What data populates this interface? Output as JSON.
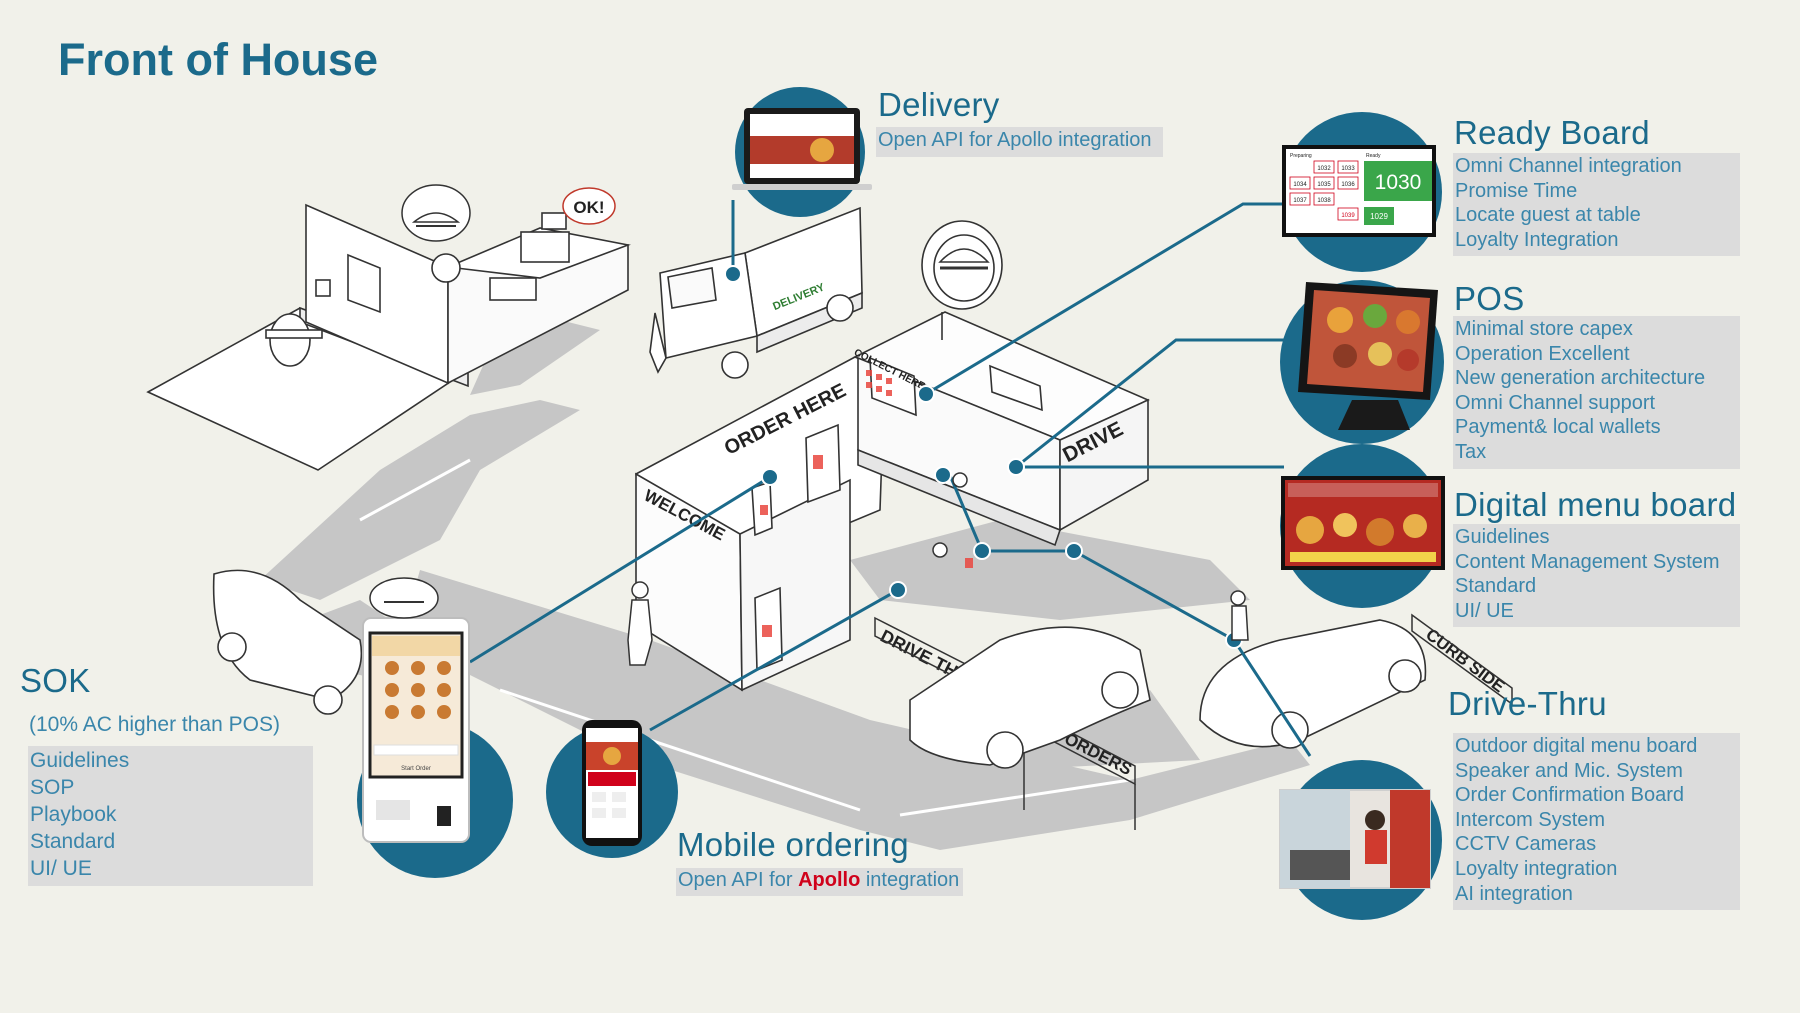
{
  "page_title": "Front of House",
  "scene_signs": {
    "order_here": "ORDER HERE",
    "welcome": "WELCOME",
    "drive": "DRIVE",
    "collect_here": "COLLECT HERE",
    "drive_thru": "DRIVE THRU",
    "pre_orders": "PRE ORDERS",
    "curb_side": "CURB SIDE",
    "ok_bubble": "OK!",
    "truck_label": "DELIVERY"
  },
  "ready_board_screen": {
    "preparing_label": "Preparing",
    "ready_label": "Ready",
    "preparing_orders": [
      "1032",
      "1033",
      "1034",
      "1035",
      "1036",
      "1037",
      "1038",
      "1039"
    ],
    "ready_main": "1030",
    "ready_second": "1029"
  },
  "kiosk_screen": {
    "button": "Start Order"
  },
  "colors": {
    "accent": "#1b6a8b",
    "bullet_text": "#3a86ab",
    "box_bg": "#dcdcdc",
    "background": "#f1f1ea",
    "highlight": "#d0021b"
  },
  "features": {
    "delivery": {
      "title": "Delivery",
      "items": [
        "Open API for Apollo integration"
      ]
    },
    "ready_board": {
      "title": "Ready Board",
      "items": [
        "Omni Channel integration",
        "Promise Time",
        "Locate guest at table",
        "Loyalty Integration"
      ]
    },
    "pos": {
      "title": "POS",
      "items": [
        "Minimal store capex",
        "Operation Excellent",
        "New generation architecture",
        "Omni Channel support",
        "Payment& local wallets",
        "Tax"
      ]
    },
    "digital_menu_board": {
      "title": "Digital menu board",
      "items": [
        "Guidelines",
        "Content Management System",
        "Standard",
        "UI/ UE"
      ]
    },
    "drive_thru": {
      "title": "Drive-Thru",
      "items": [
        "Outdoor digital menu board",
        "Speaker and Mic. System",
        "Order Confirmation Board",
        "Intercom System",
        "CCTV Cameras",
        "Loyalty integration",
        "AI integration"
      ]
    },
    "sok": {
      "title": "SOK",
      "note": "(10% AC higher than POS)",
      "items": [
        "Guidelines",
        "SOP",
        "Playbook",
        "Standard",
        "UI/ UE"
      ]
    },
    "mobile_ordering": {
      "title": "Mobile ordering",
      "prefix": "Open API for ",
      "highlight": "Apollo",
      "suffix": " integration"
    }
  }
}
